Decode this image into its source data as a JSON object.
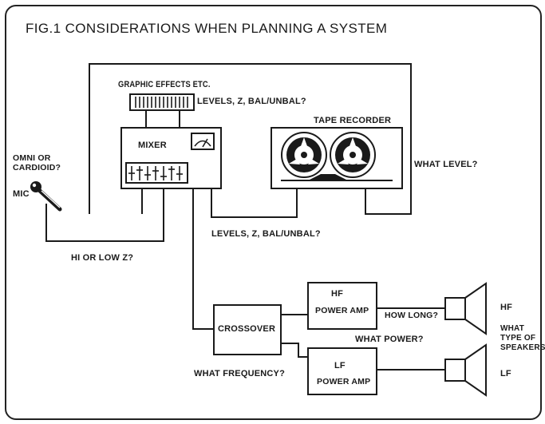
{
  "figure": {
    "title": "FIG.1 CONSIDERATIONS WHEN PLANNING A SYSTEM"
  },
  "components": {
    "graphic_effects": "GRAPHIC EFFECTS ETC.",
    "mixer": "MIXER",
    "tape_recorder": "TAPE RECORDER",
    "mic": "MIC",
    "crossover": "CROSSOVER",
    "hf_amp_line1": "HF",
    "hf_amp_line2": "POWER AMP",
    "lf_amp_line1": "LF",
    "lf_amp_line2": "POWER AMP",
    "hf_speaker": "HF",
    "lf_speaker": "LF"
  },
  "questions": {
    "effects_levels": "LEVELS, Z, BAL/UNBAL?",
    "mic_type_line1": "OMNI OR",
    "mic_type_line2": "CARDIOID?",
    "what_level": "WHAT LEVEL?",
    "recorder_levels": "LEVELS, Z, BAL/UNBAL?",
    "mic_impedance": "HI OR LOW Z?",
    "how_long": "HOW LONG?",
    "what_power": "WHAT POWER?",
    "what_frequency": "WHAT FREQUENCY?",
    "speakers_line1": "WHAT",
    "speakers_line2": "TYPE OF",
    "speakers_line3": "SPEAKERS?"
  },
  "icons": {
    "mixer_faders": "fader-bank-icon",
    "mixer_meter": "vu-meter-icon",
    "tape_reels": "tape-reel-icon",
    "microphone": "microphone-icon",
    "speaker": "speaker-icon"
  }
}
